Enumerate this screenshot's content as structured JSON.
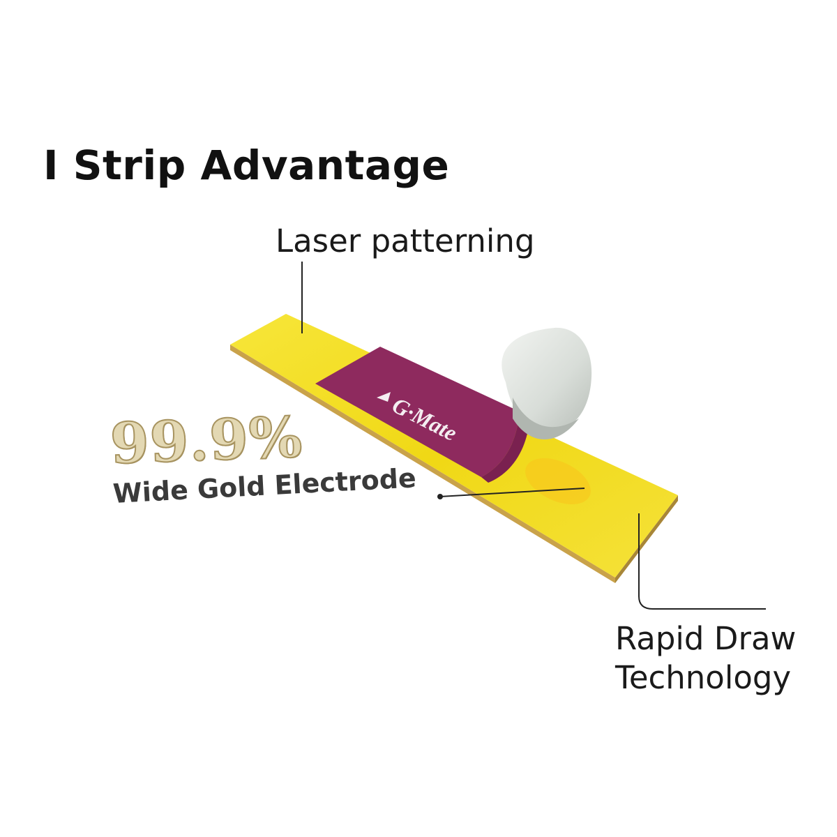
{
  "title": "I Strip Advantage",
  "callouts": {
    "laser": "Laser patterning",
    "gold_percent": "99.9%",
    "gold_label": "Wide Gold Electrode",
    "rapid_line1": "Rapid Draw",
    "rapid_line2": "Technology"
  },
  "strip": {
    "brand_text": "G·Mate",
    "colors": {
      "gold": "#f2dd16",
      "gold_edge": "#c7a13c",
      "purple": "#8e2a5e",
      "peel": "#dfe3df"
    }
  }
}
